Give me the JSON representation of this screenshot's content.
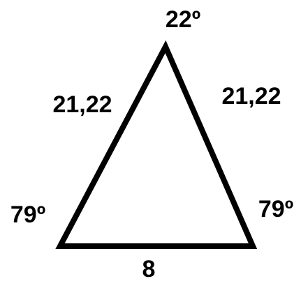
{
  "diagram": {
    "stroke_color": "#000000",
    "background_color": "#ffffff",
    "vertices": {
      "top": {
        "angle": "22º"
      },
      "bottom_left": {
        "angle": "79º"
      },
      "bottom_right": {
        "angle": "79º"
      }
    },
    "sides": {
      "left": "21,22",
      "right": "21,22",
      "base": "8"
    }
  }
}
